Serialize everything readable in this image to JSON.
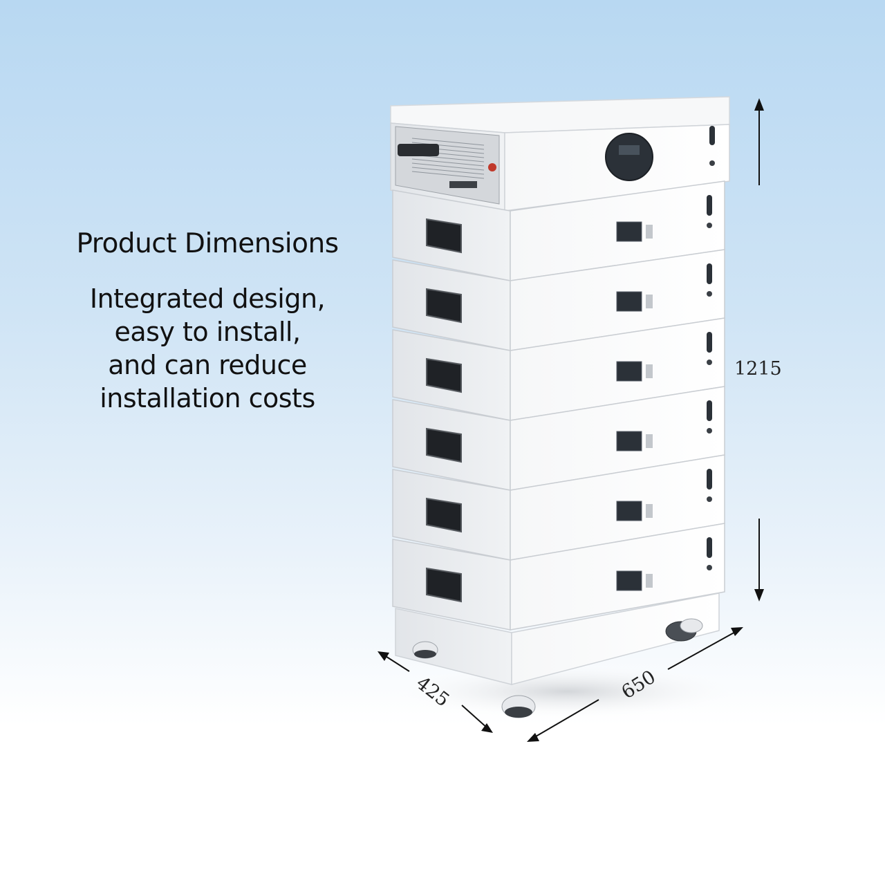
{
  "heading": "Product Dimensions",
  "description": {
    "lines": [
      "Integrated design,",
      "easy to install,",
      "and can reduce",
      "installation costs"
    ]
  },
  "dimensions": {
    "height": "1215",
    "depth": "425",
    "width": "650"
  },
  "product": {
    "battery_modules": 6,
    "inverter_units": 1,
    "body_color": "#f2f3f5",
    "display_color": "#2b3138"
  }
}
